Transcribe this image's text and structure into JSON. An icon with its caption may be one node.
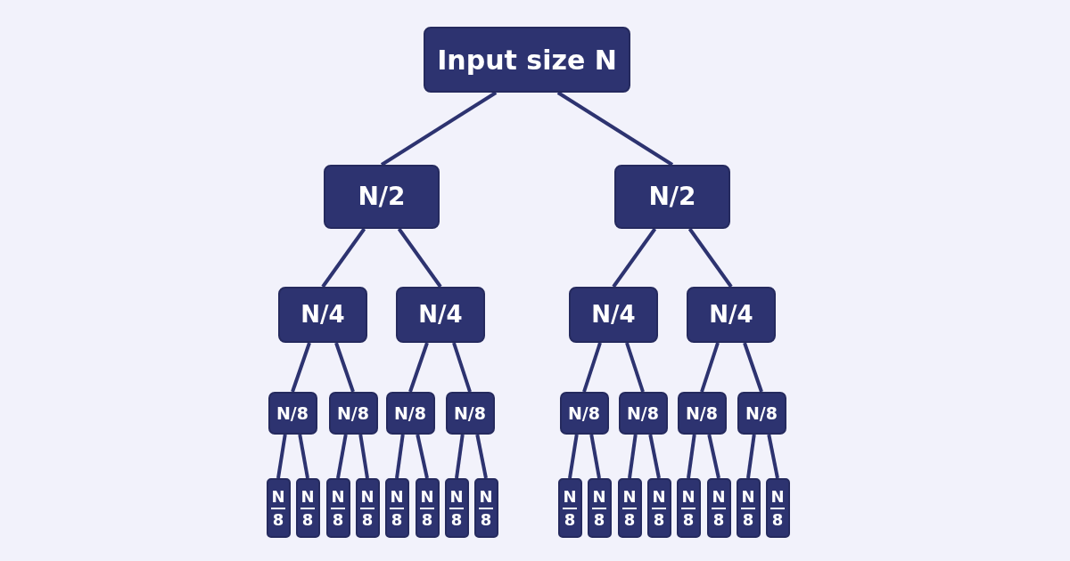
{
  "diagram": {
    "nodes": [
      {
        "text": [
          "Input size N"
        ]
      },
      {
        "text": [
          "N/2"
        ]
      },
      {
        "text": [
          "N/2"
        ]
      },
      {
        "text": [
          "N/4"
        ]
      },
      {
        "text": [
          "N/4"
        ]
      },
      {
        "text": [
          "N/4"
        ]
      },
      {
        "text": [
          "N/4"
        ]
      },
      {
        "text": [
          "N/8"
        ]
      },
      {
        "text": [
          "N/8"
        ]
      },
      {
        "text": [
          "N/8"
        ]
      },
      {
        "text": [
          "N/8"
        ]
      },
      {
        "text": [
          "N/8"
        ]
      },
      {
        "text": [
          "N/8"
        ]
      },
      {
        "text": [
          "N/8"
        ]
      },
      {
        "text": [
          "N/8"
        ]
      },
      {
        "text": [
          "N",
          "8"
        ]
      },
      {
        "text": [
          "N",
          "8"
        ]
      },
      {
        "text": [
          "N",
          "8"
        ]
      },
      {
        "text": [
          "N",
          "8"
        ]
      },
      {
        "text": [
          "N",
          "8"
        ]
      },
      {
        "text": [
          "N",
          "8"
        ]
      },
      {
        "text": [
          "N",
          "8"
        ]
      },
      {
        "text": [
          "N",
          "8"
        ]
      },
      {
        "text": [
          "N",
          "8"
        ]
      },
      {
        "text": [
          "N",
          "8"
        ]
      },
      {
        "text": [
          "N",
          "8"
        ]
      },
      {
        "text": [
          "N",
          "8"
        ]
      },
      {
        "text": [
          "N",
          "8"
        ]
      },
      {
        "text": [
          "N",
          "8"
        ]
      },
      {
        "text": [
          "N",
          "8"
        ]
      },
      {
        "text": [
          "N",
          "8"
        ]
      }
    ],
    "edges": [
      {
        "from": 0,
        "to": 1,
        "arrow": "none"
      },
      {
        "from": 0,
        "to": 2,
        "arrow": "none"
      },
      {
        "from": 1,
        "to": 3,
        "arrow": "none"
      },
      {
        "from": 1,
        "to": 4,
        "arrow": "none"
      },
      {
        "from": 2,
        "to": 5,
        "arrow": "none"
      },
      {
        "from": 2,
        "to": 6,
        "arrow": "none"
      },
      {
        "from": 3,
        "to": 7,
        "arrow": "none"
      },
      {
        "from": 3,
        "to": 8,
        "arrow": "none"
      },
      {
        "from": 4,
        "to": 9,
        "arrow": "none"
      },
      {
        "from": 4,
        "to": 10,
        "arrow": "none"
      },
      {
        "from": 5,
        "to": 11,
        "arrow": "none"
      },
      {
        "from": 5,
        "to": 12,
        "arrow": "none"
      },
      {
        "from": 6,
        "to": 13,
        "arrow": "none"
      },
      {
        "from": 6,
        "to": 14,
        "arrow": "none"
      },
      {
        "from": 7,
        "to": 15,
        "arrow": "none"
      },
      {
        "from": 7,
        "to": 16,
        "arrow": "none"
      },
      {
        "from": 8,
        "to": 17,
        "arrow": "none"
      },
      {
        "from": 8,
        "to": 18,
        "arrow": "none"
      },
      {
        "from": 9,
        "to": 19,
        "arrow": "none"
      },
      {
        "from": 9,
        "to": 20,
        "arrow": "none"
      },
      {
        "from": 10,
        "to": 21,
        "arrow": "none"
      },
      {
        "from": 10,
        "to": 22,
        "arrow": "none"
      },
      {
        "from": 11,
        "to": 23,
        "arrow": "none"
      },
      {
        "from": 11,
        "to": 24,
        "arrow": "none"
      },
      {
        "from": 12,
        "to": 25,
        "arrow": "none"
      },
      {
        "from": 12,
        "to": 26,
        "arrow": "none"
      },
      {
        "from": 13,
        "to": 27,
        "arrow": "none"
      },
      {
        "from": 13,
        "to": 28,
        "arrow": "none"
      },
      {
        "from": 14,
        "to": 29,
        "arrow": "none"
      },
      {
        "from": 14,
        "to": 30,
        "arrow": "none"
      }
    ]
  }
}
